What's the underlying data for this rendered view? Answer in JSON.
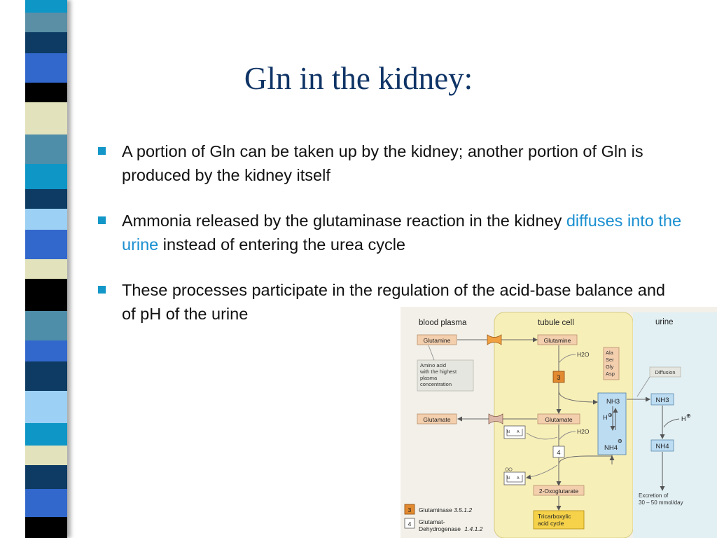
{
  "slide": {
    "title": "Gln in the kidney:",
    "bullets": [
      {
        "text": "A portion of Gln can be taken up by the kidney; another portion of Gln is produced by the kidney itself"
      },
      {
        "before": "Ammonia released by the glutaminase reaction in the kidney ",
        "highlight": "diffuses into the urine",
        "after": " instead of entering the urea cycle"
      },
      {
        "text": "These processes participate in the regulation of the acid-base balance and of pH of the urine"
      }
    ],
    "bullet_color": "#1297c8",
    "title_color": "#0f3466",
    "highlight_color": "#1a8fd0"
  },
  "figure": {
    "headers": {
      "blood": "blood plasma",
      "tubule": "tubule cell",
      "urine": "urine"
    },
    "glutamine_plasma": "Glutamine",
    "glutamine_cell": "Glutamine",
    "amino_acid_note": [
      "Amino acid",
      "with the highest",
      "plasma",
      "concentration"
    ],
    "h2o_1": "H2O",
    "h2o_2": "H2O",
    "aa_list": [
      "Ala",
      "Ser",
      "Gly",
      "Asp"
    ],
    "diffusion": "Diffusion",
    "enzyme3": "3",
    "enzyme4": "4",
    "nh3_cell": "NH3",
    "nh3_urine": "NH3",
    "h_cell": "H",
    "h_urine": "H",
    "nh4_cell": "NH4",
    "nh4_urine": "NH4",
    "glutamate_plasma": "Glutamate",
    "glutamate_cell": "Glutamate",
    "oxoglutarate": "2-Oxoglutarate",
    "tca": [
      "Tricarboxylic",
      "acid cycle"
    ],
    "excretion": [
      "Excretion of",
      "30 – 50 mmol/day"
    ],
    "legend": [
      {
        "num": "3",
        "name": "Glutaminase",
        "ec": "3.5.1.2"
      },
      {
        "num": "4",
        "name": "Glutamat-",
        "name2": "Dehydrogenase",
        "ec": "1.4.1.2"
      }
    ]
  }
}
